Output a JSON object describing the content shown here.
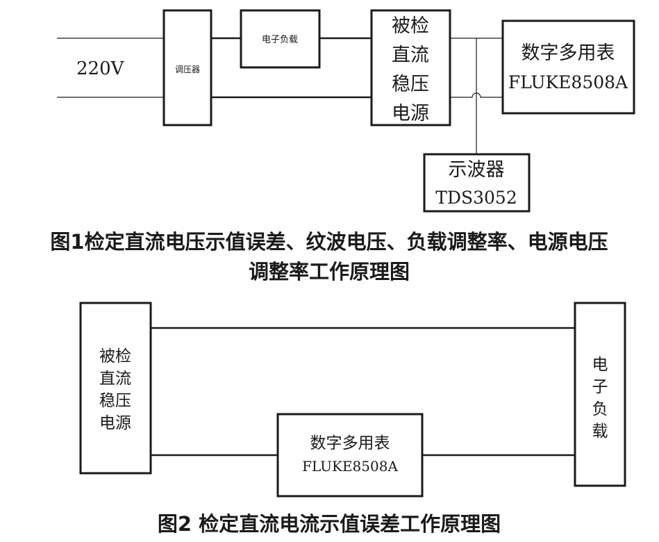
{
  "figure1": {
    "input_label": "220V",
    "regulator": "调压器",
    "load": "电子负载",
    "psu_lines": [
      "被检",
      "直流",
      "稳压",
      "电源"
    ],
    "meter": {
      "name": "数字多用表",
      "model": "FLUKE8508A"
    },
    "scope": {
      "name": "示波器",
      "model": "TDS3052"
    },
    "caption_line1": "图1检定直流电压示值误差、纹波电压、负载调整率、电源电压",
    "caption_line2": "调整率工作原理图"
  },
  "figure2": {
    "psu_lines": [
      "被检",
      "直流",
      "稳压",
      "电源"
    ],
    "meter": {
      "name": "数字多用表",
      "model": "FLUKE8508A"
    },
    "load_chars": [
      "电",
      "子",
      "负",
      "载"
    ],
    "caption": "图2 检定直流电流示值误差工作原理图"
  }
}
